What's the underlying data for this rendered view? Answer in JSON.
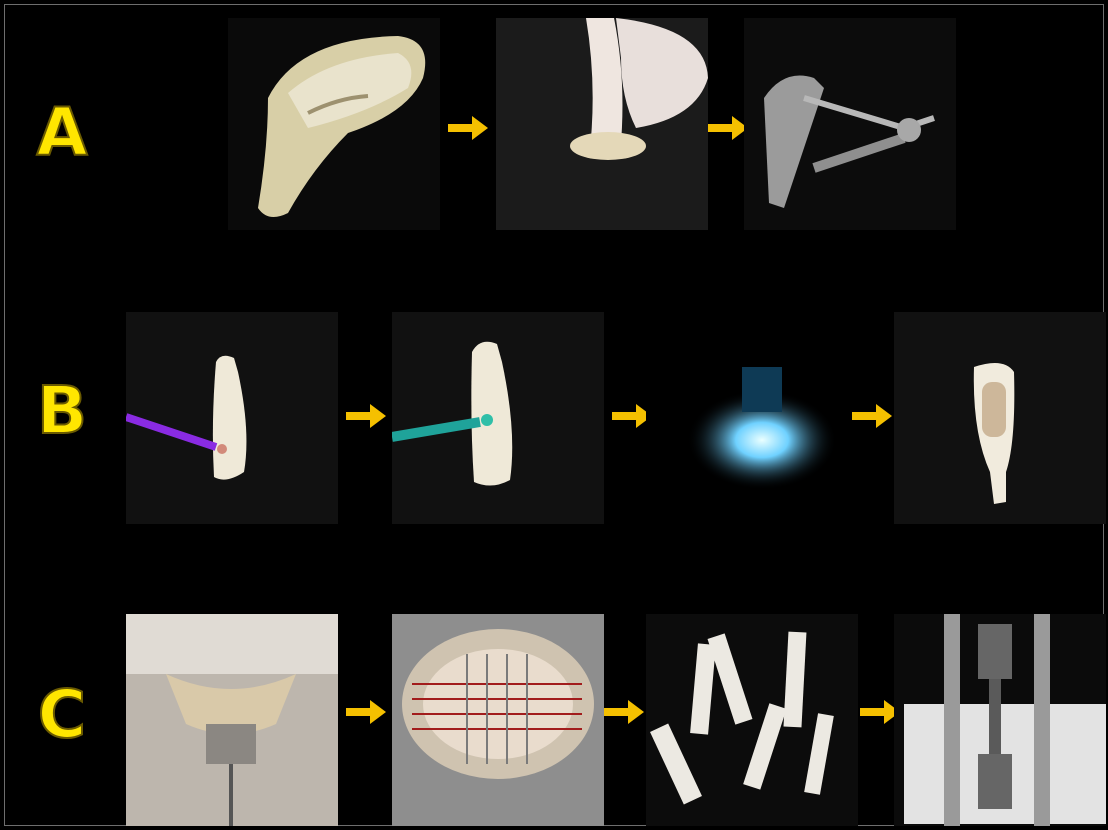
{
  "rows": [
    {
      "label": "A",
      "steps": [
        "extracted-tooth",
        "finger-sectioning",
        "caliper-measurement"
      ]
    },
    {
      "label": "B",
      "steps": [
        "etch-application",
        "bond-application",
        "light-curing",
        "resin-buildup"
      ]
    },
    {
      "label": "C",
      "steps": [
        "specimen-sectioning",
        "sectioned-block",
        "resin-dentin-sticks",
        "microtensile-testing"
      ]
    }
  ],
  "colors": {
    "label": "#ffe600",
    "arrow": "#f5c000",
    "background": "#000000"
  },
  "icons": [
    "right-arrow-icon"
  ]
}
